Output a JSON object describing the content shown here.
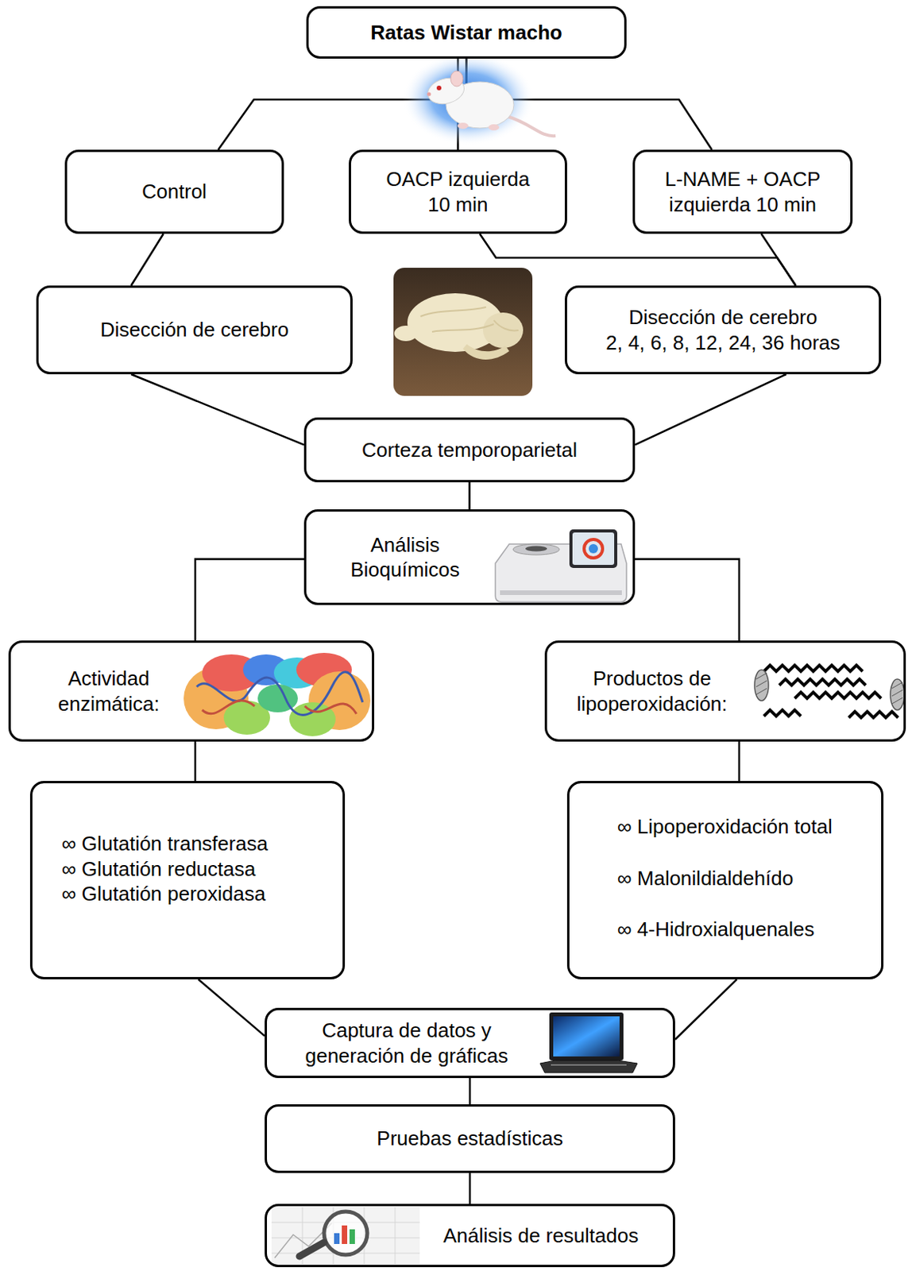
{
  "diagram": {
    "nodes": [
      {
        "text": [
          "Ratas Wistar macho"
        ]
      },
      {
        "text": [
          "Control"
        ]
      },
      {
        "text": [
          "OACP izquierda 10 min"
        ]
      },
      {
        "text": [
          "L-NAME + OACP izquierda 10 min"
        ]
      },
      {
        "text": [
          "Disección de cerebro"
        ]
      },
      {
        "text": [
          "Disección de cerebro",
          "2, 4, 6, 8, 12, 24, 36 horas"
        ]
      },
      {
        "text": [
          "Corteza temporoparietal"
        ]
      },
      {
        "text": [
          "Análisis Bioquímicos"
        ]
      },
      {
        "text": [
          "Actividad enzimática:"
        ]
      },
      {
        "text": [
          "Productos de lipoperoxidación:"
        ]
      },
      {
        "text": [
          "∞ Glutatión transferasa",
          "∞ Glutatión reductasa",
          "∞ Glutatión peroxidasa"
        ]
      },
      {
        "text": [
          "∞ Lipoperoxidación total",
          "∞ Malonildialdehído",
          "∞ 4-Hidroxialquenales"
        ]
      },
      {
        "text": [
          "Captura de datos y generación de gráficas"
        ]
      },
      {
        "text": [
          "Pruebas estadísticas"
        ]
      },
      {
        "text": [
          "Análisis de resultados"
        ]
      }
    ],
    "edges": [
      {
        "from": 0,
        "to": 1,
        "arrow": "none"
      },
      {
        "from": 0,
        "to": 2,
        "arrow": "none"
      },
      {
        "from": 0,
        "to": 3,
        "arrow": "none"
      },
      {
        "from": 1,
        "to": 4,
        "arrow": "none"
      },
      {
        "from": 2,
        "to": 5,
        "arrow": "none"
      },
      {
        "from": 3,
        "to": 5,
        "arrow": "none"
      },
      {
        "from": 4,
        "to": 6,
        "arrow": "none"
      },
      {
        "from": 5,
        "to": 6,
        "arrow": "none"
      },
      {
        "from": 6,
        "to": 7,
        "arrow": "none"
      },
      {
        "from": 7,
        "to": 8,
        "arrow": "none"
      },
      {
        "from": 7,
        "to": 9,
        "arrow": "none"
      },
      {
        "from": 8,
        "to": 10,
        "arrow": "none"
      },
      {
        "from": 9,
        "to": 11,
        "arrow": "none"
      },
      {
        "from": 10,
        "to": 12,
        "arrow": "none"
      },
      {
        "from": 11,
        "to": 12,
        "arrow": "none"
      },
      {
        "from": 12,
        "to": 13,
        "arrow": "none"
      },
      {
        "from": 13,
        "to": 14,
        "arrow": "none"
      }
    ]
  }
}
